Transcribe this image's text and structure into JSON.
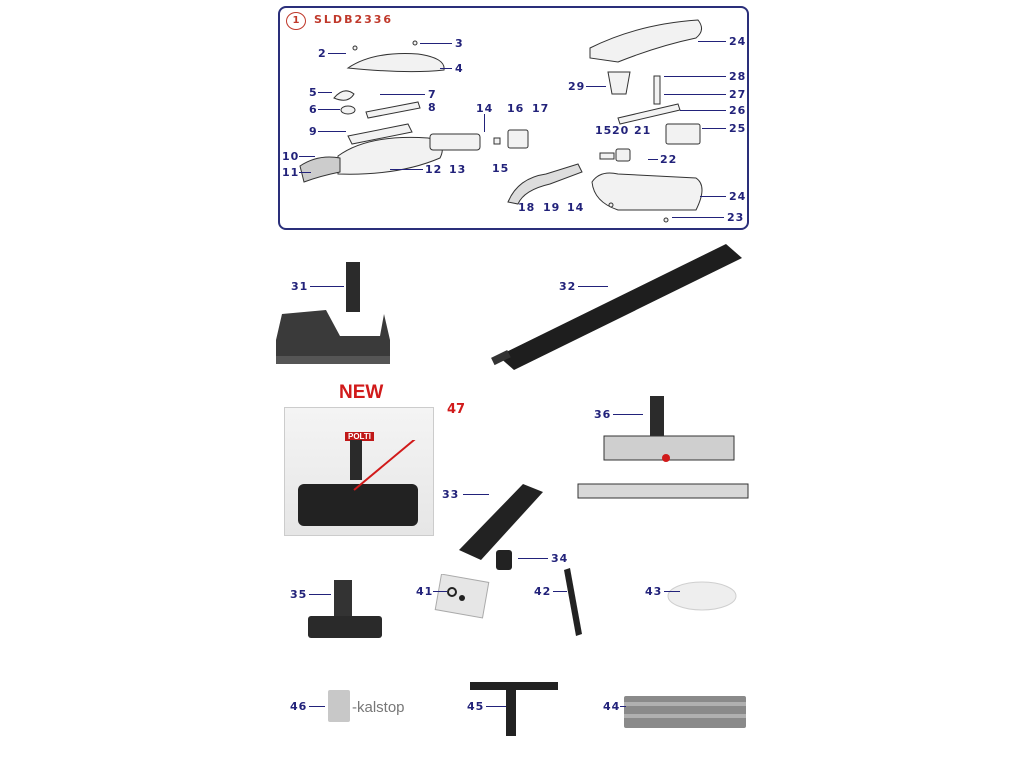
{
  "panel": {
    "badge": "1",
    "model": "SLDB2336"
  },
  "new_badge": "NEW",
  "parts": {
    "p2": "2",
    "p3": "3",
    "p4": "4",
    "p5": "5",
    "p6": "6",
    "p7": "7",
    "p8": "8",
    "p9": "9",
    "p10": "10",
    "p11": "11",
    "p12": "12",
    "p13": "13",
    "p14a": "14",
    "p15a": "15",
    "p16": "16",
    "p17": "17",
    "p18": "18",
    "p19": "19",
    "p14b": "14",
    "p15b": "15",
    "p20": "20",
    "p21": "21",
    "p22": "22",
    "p23": "23",
    "p24a": "24",
    "p24b": "24",
    "p25": "25",
    "p26": "26",
    "p27": "27",
    "p28": "28",
    "p29": "29",
    "p31": "31",
    "p32": "32",
    "p33": "33",
    "p34": "34",
    "p35": "35",
    "p36": "36",
    "p41": "41",
    "p42": "42",
    "p43": "43",
    "p44": "44",
    "p45": "45",
    "p46": "46",
    "p47": "47"
  },
  "packaging": {
    "brand": "POLTI"
  },
  "logo_text": "-kalstop"
}
